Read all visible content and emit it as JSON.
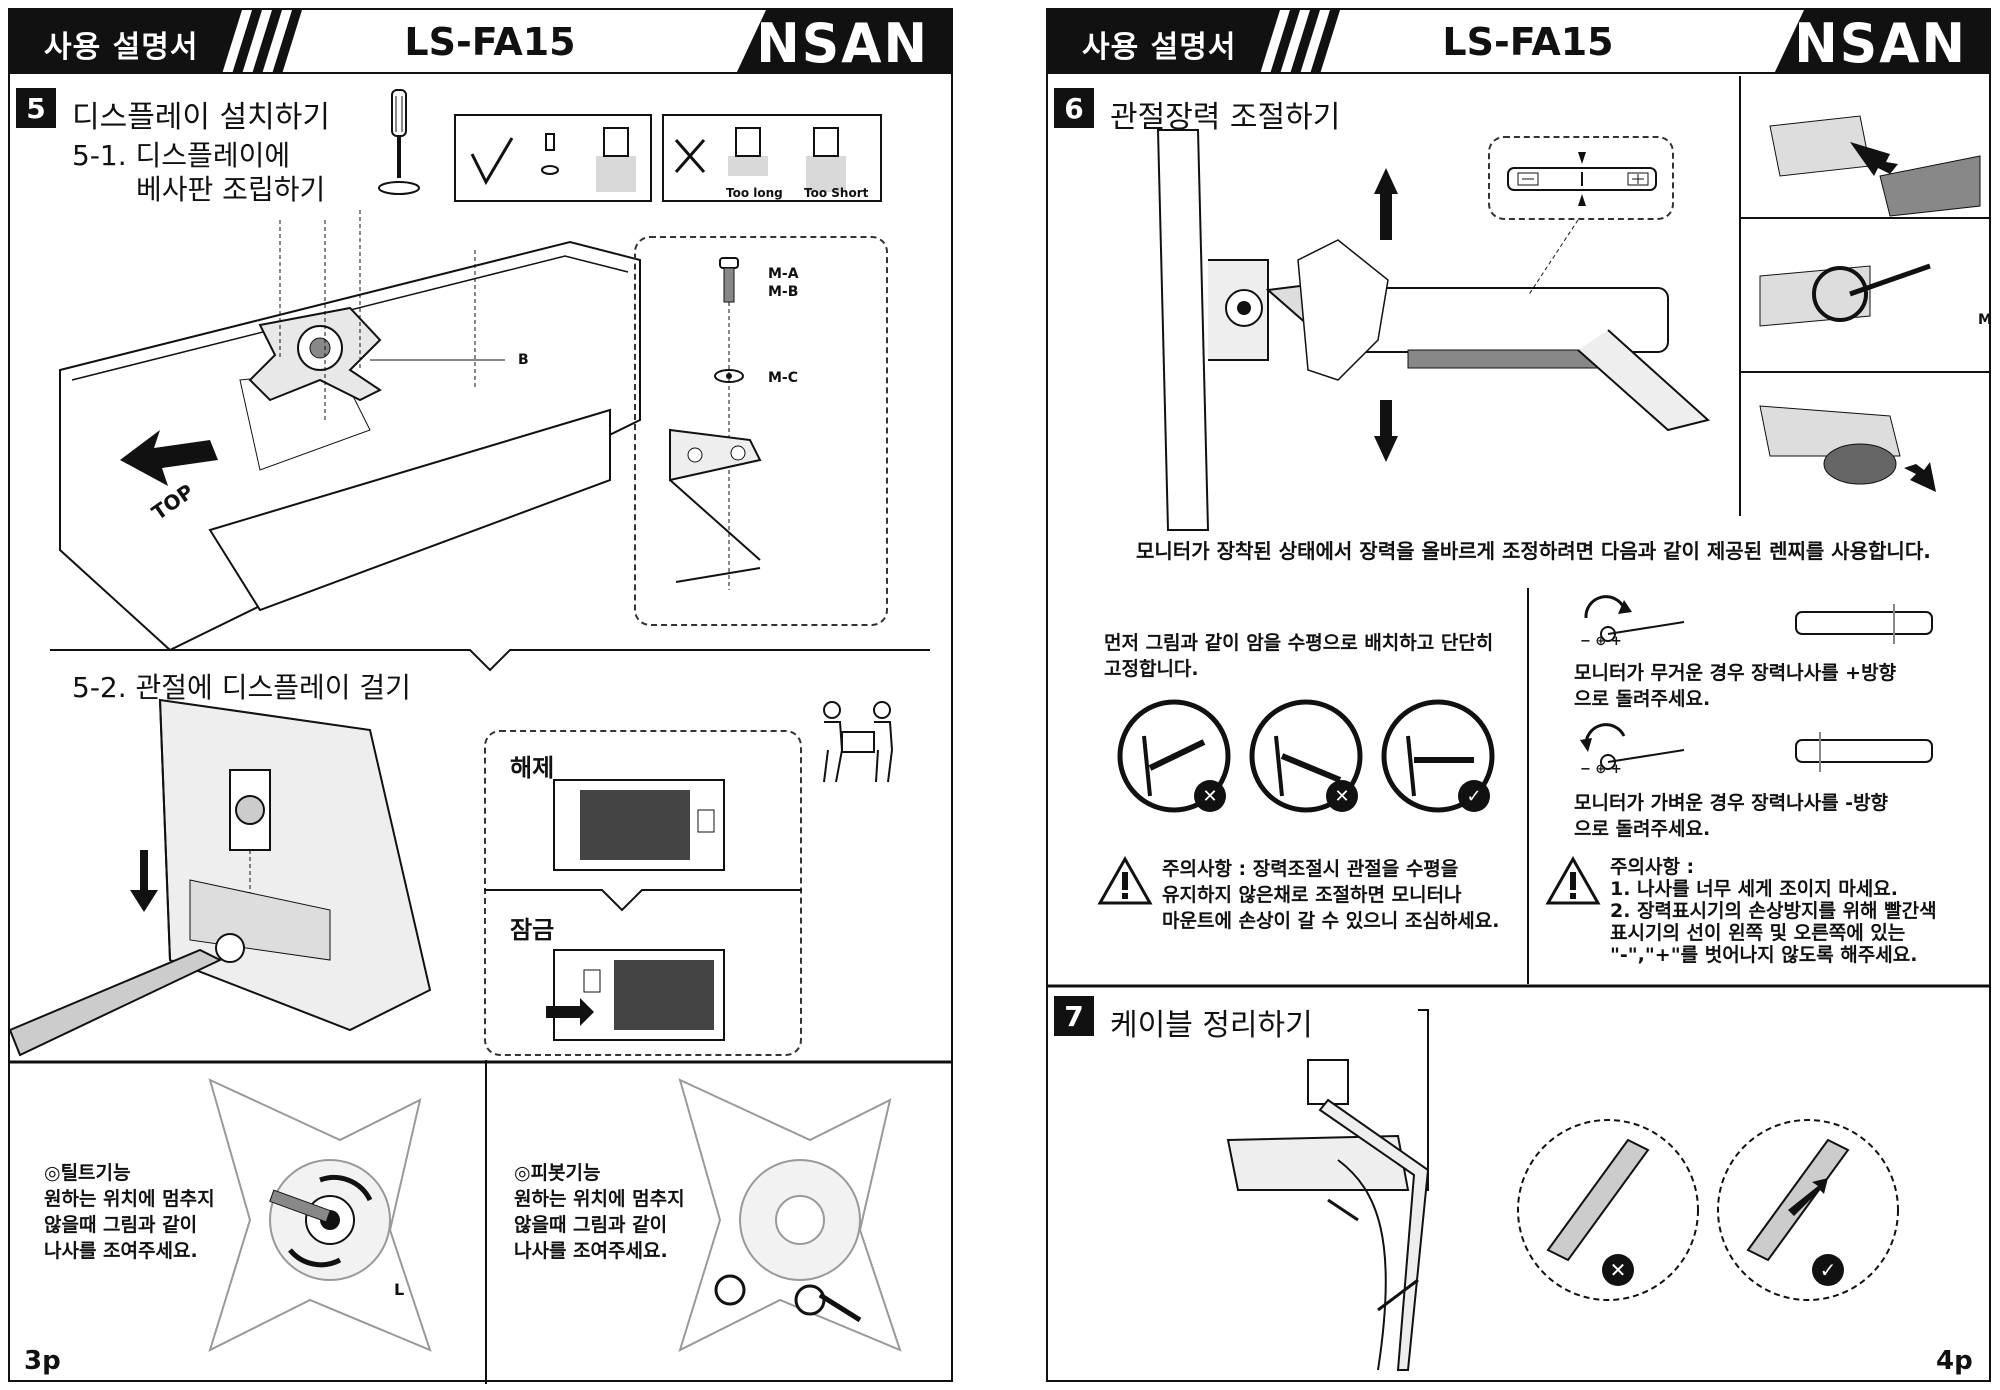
{
  "header": {
    "guide_label": "사용 설명서",
    "model": "LS-FA15",
    "brand": "NSAN"
  },
  "left_page": {
    "step5_number": "5",
    "step5_title": "디스플레이 설치하기",
    "step5_1_title_line1": "5-1. 디스플레이에",
    "step5_1_title_line2": "베사판 조립하기",
    "too_long": "Too long",
    "too_short": "Too Short",
    "label_b": "B",
    "label_ma": "M-A",
    "label_mb": "M-B",
    "label_mc": "M-C",
    "top_label": "TOP",
    "step5_2_title": "5-2. 관절에 디스플레이 걸기",
    "release_label": "해제",
    "lock_label": "잠금",
    "tilt_lines": [
      "◎틸트기능",
      "원하는 위치에 멈추지",
      "않을때 그림과 같이",
      "나사를 조여주세요."
    ],
    "pivot_lines": [
      "◎피봇기능",
      "원하는 위치에 멈추지",
      "않을때 그림과 같이",
      "나사를 조여주세요."
    ],
    "label_l": "L",
    "page_number": "3p"
  },
  "right_page": {
    "step6_number": "6",
    "step6_title": "관절장력 조절하기",
    "instruction": "모니터가 장착된 상태에서 장력을 올바르게 조정하려면 다음과 같이 제공된 렌찌를 사용합니다.",
    "label_m": "M",
    "first_lines": [
      "먼저 그림과 같이 암을 수평으로 배치하고 단단히",
      "고정합니다."
    ],
    "heavy_lines": [
      "모니터가 무거운 경우 장력나사를 +방향",
      "으로 돌려주세요."
    ],
    "light_lines": [
      "모니터가 가벼운 경우 장력나사를 -방향",
      "으로 돌려주세요."
    ],
    "caution1_lines": [
      "주의사항 : 장력조절시 관절을 수평을",
      "유지하지 않은채로 조절하면 모니터나",
      "마운트에 손상이 갈 수 있으니 조심하세요."
    ],
    "caution2_lines": [
      "주의사항 :",
      "1. 나사를 너무 세게 조이지 마세요.",
      "2. 장력표시기의 손상방지를 위해 빨간색",
      "표시기의 선이 왼쪽 및 오른쪽에 있는",
      "\"-\",\"+\"를 벗어나지 않도록 해주세요."
    ],
    "minus_plus": "− ⊕ +",
    "step7_number": "7",
    "step7_title": "케이블 정리하기",
    "page_number": "4p"
  }
}
